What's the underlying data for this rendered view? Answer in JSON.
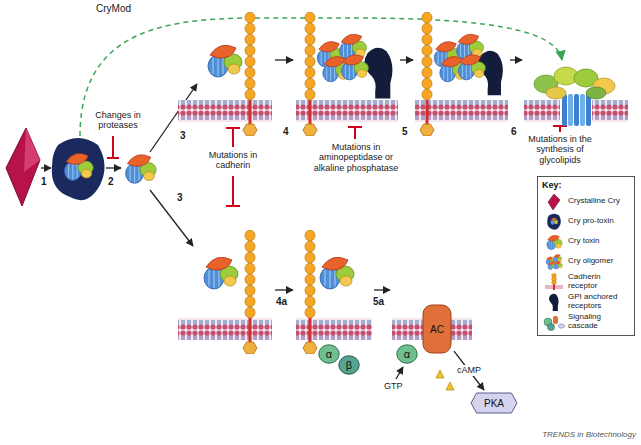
{
  "diagram": {
    "nodes": [
      {
        "text": [
          "α"
        ]
      },
      {
        "text": [
          "β"
        ]
      },
      {
        "text": [
          "α"
        ]
      },
      {
        "text": [
          "AC"
        ]
      },
      {
        "text": [
          "PKA"
        ]
      },
      {
        "text": [
          "Key:"
        ]
      }
    ],
    "edges": [
      {
        "from": 3,
        "to": 4,
        "arrow": "to",
        "label": "cAMP"
      }
    ],
    "labels": [
      "CryMod",
      "Changes in proteases",
      "1",
      "2",
      "3",
      "3",
      "4",
      "5",
      "6",
      "4a",
      "5a",
      "Mutations in cadherin",
      "Mutations in aminopeptidase or alkaline phosphatase",
      "Mutations in the synthesis of glycolipids",
      "GTP",
      "TRENDS in Biotechnology"
    ],
    "legend": [
      {
        "text": "Crystalline Cry"
      },
      {
        "text": "Cry pro-toxin"
      },
      {
        "text": "Cry toxin"
      },
      {
        "text": "Cry oligomer"
      },
      {
        "text": "Cadherin receptor"
      },
      {
        "text": "GPI anchored receptors"
      },
      {
        "text": "Signaling cascade"
      }
    ]
  }
}
